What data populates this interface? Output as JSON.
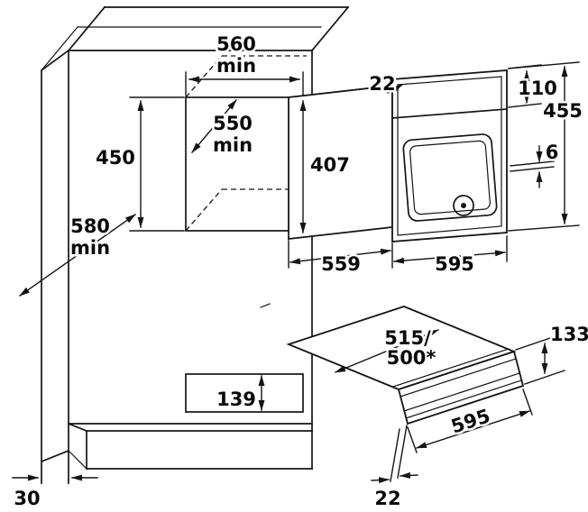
{
  "diagram": {
    "cabinet": {
      "niche_width": "560",
      "niche_width_min": "min",
      "niche_depth": "550",
      "niche_depth_min": "min",
      "niche_height": "450",
      "cabinet_depth": "580",
      "cabinet_depth_min": "min",
      "plinth_recess": "30",
      "drawer_niche_height": "139"
    },
    "oven": {
      "top_gap": "22",
      "control_panel_height": "110",
      "front_height": "455",
      "body_height": "407",
      "side_gap": "6",
      "body_depth": "559",
      "front_width": "595"
    },
    "drawer": {
      "depth_line1": "515/",
      "depth_line2": "500*",
      "front_height": "133",
      "front_width": "595",
      "bottom_gap": "22"
    }
  }
}
